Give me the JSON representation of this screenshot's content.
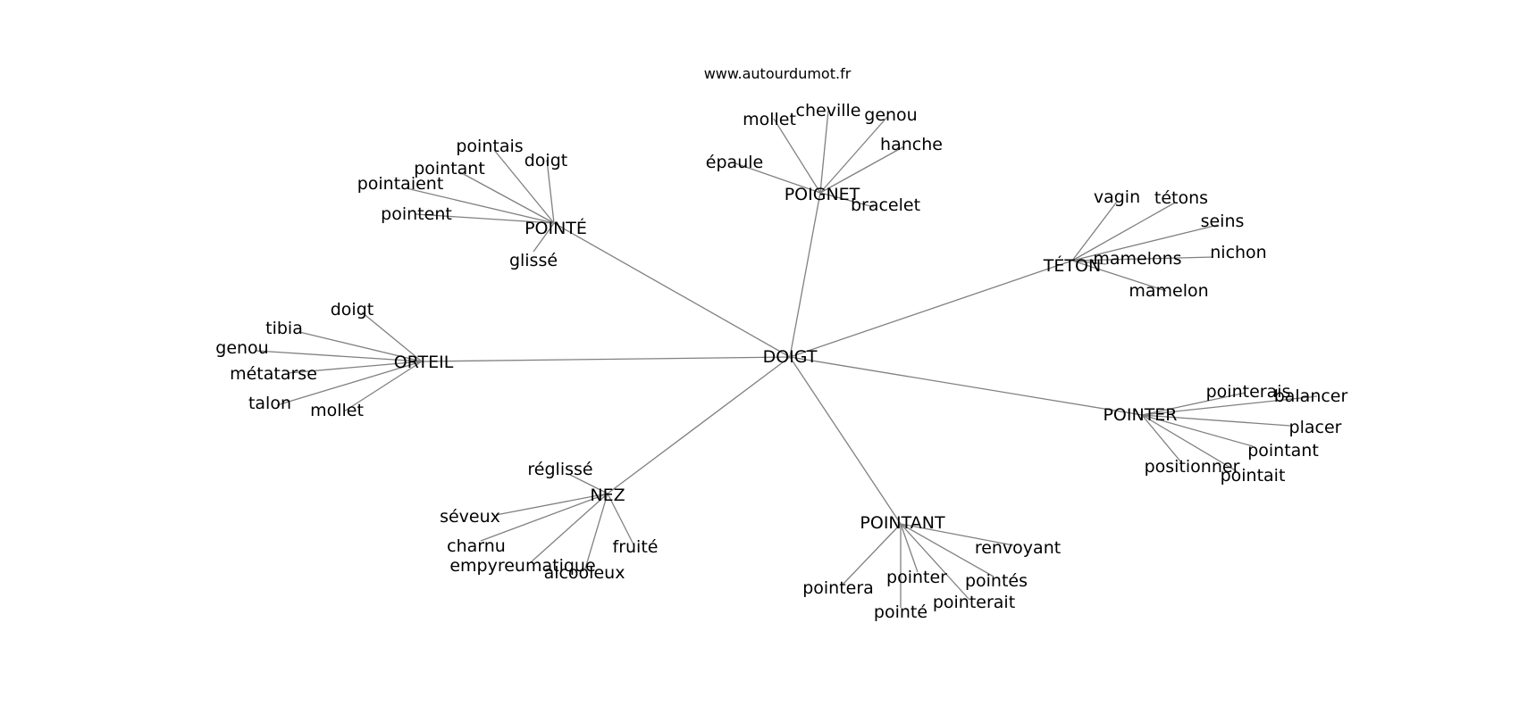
{
  "source": "www.autourdumot.fr",
  "graph": {
    "center": "DOIGT",
    "clusters": [
      {
        "id": "POINTÉ",
        "words": [
          "pointais",
          "doigt",
          "pointant",
          "pointaient",
          "pointent",
          "glissé"
        ]
      },
      {
        "id": "POIGNET",
        "words": [
          "mollet",
          "cheville",
          "genou",
          "hanche",
          "épaule",
          "bracelet"
        ]
      },
      {
        "id": "TÉTON",
        "words": [
          "vagin",
          "tétons",
          "seins",
          "mamelons",
          "nichon",
          "mamelon"
        ]
      },
      {
        "id": "ORTEIL",
        "words": [
          "doigt",
          "tibia",
          "genou",
          "métatarse",
          "talon",
          "mollet"
        ]
      },
      {
        "id": "POINTER",
        "words": [
          "pointerais",
          "balancer",
          "placer",
          "pointant",
          "positionner",
          "pointait"
        ]
      },
      {
        "id": "NEZ",
        "words": [
          "réglissé",
          "séveux",
          "charnu",
          "empyreumatique",
          "alcooleux",
          "fruité"
        ]
      },
      {
        "id": "POINTANT",
        "words": [
          "renvoyant",
          "pointés",
          "pointer",
          "pointera",
          "pointé",
          "pointerait"
        ]
      }
    ]
  }
}
